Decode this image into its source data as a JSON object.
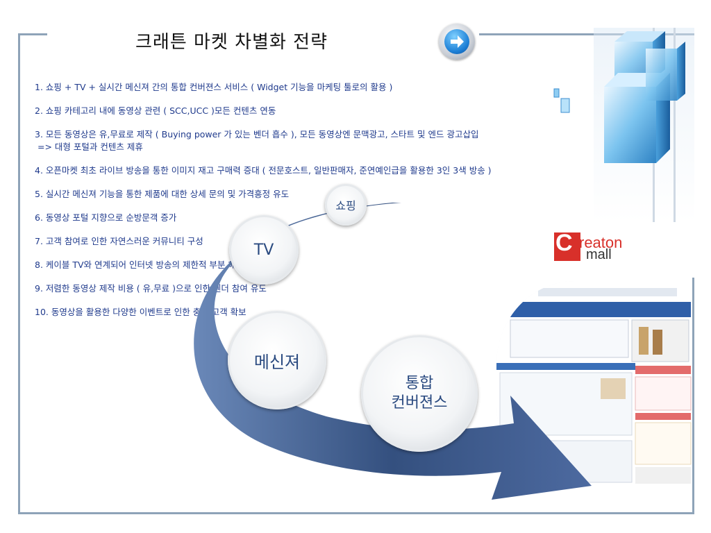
{
  "slide": {
    "title": "크래튼 마켓 차별화 전략"
  },
  "items": [
    "1. 쇼핑 + TV + 실시간 메신져 간의 통합 컨버젼스 서비스  ( Widget 기능을 마케팅 툴로의 활용 )",
    "2. 쇼핑 카테고리 내에 동영상 관련 ( SCC,UCC )모든 컨텐츠 연동",
    "3. 모든 동영상은 유,무료로 제작 ( Buying power 가 있는 벤더 흡수 ), 모든 동영상엔 문맥광고, 스타트 및 엔드 광고삽입",
    "=> 대형 포털과 컨텐츠 제휴",
    "4. 오픈마켓 최초 라이브 방송을 통한 이미지 재고 구매력 증대 ( 전문호스트, 일반판매자, 준연예인급을 활용한 3인 3색 방송 )",
    "5. 실시간 메신져 기능을 통한 제품에 대한 상세 문의 및 가격흥정 유도",
    "6. 동영상 포털 지향으로 순방문객 증가",
    "7. 고객 참여로 인한 자연스러운 커뮤니티 구성",
    "8. 케이블 TV와 연계되어 인터넷 방송의 제한적 부분 해소",
    "9. 저렴한 동영상 제작 비용 ( 유,무료 )으로 인한 벤더 참여 유도",
    "10. 동영상을 활용한 다양한 이벤트로 인한 충성 고객 확보"
  ],
  "diagram": {
    "shopping": "쇼핑",
    "tv": "TV",
    "messenger": "메신져",
    "convergence_line1": "통합",
    "convergence_line2": "컨버젼스"
  },
  "logo": {
    "c": "C",
    "line1": "reaton",
    "line2": "mall"
  },
  "colors": {
    "frame": "#8ea3b8",
    "text": "#1f3a8c",
    "arrow_dark": "#34507f",
    "arrow_light": "#6a88b8",
    "logo_red": "#d8302a"
  }
}
